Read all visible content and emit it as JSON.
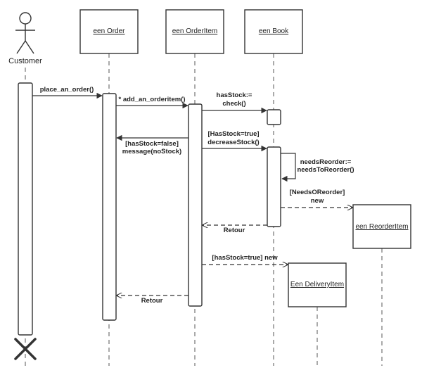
{
  "actor": {
    "label": "Customer"
  },
  "objects": [
    {
      "label": "een Order"
    },
    {
      "label": "een OrderItem"
    },
    {
      "label": "een Book"
    },
    {
      "label": "een ReorderItem"
    },
    {
      "label": "Een DeliveryItem"
    }
  ],
  "messages": {
    "m1": "place_an_order()",
    "m2": "* add_an_orderitem()",
    "m3_l1": "hasStock:=",
    "m3_l2": "check()",
    "m4_l1": "[hasStock=false]",
    "m4_l2": "message(noStock)",
    "m5_l1": "[HasStock=true]",
    "m5_l2": "decreaseStock()",
    "m6_l1": "needsReorder:=",
    "m6_l2": "needsToReorder()",
    "m7_l1": "[NeedsOReorder]",
    "m7_l2": "new",
    "m8": "Retour",
    "m9": "[hasStock=true] new",
    "m10": "Retour"
  },
  "colors": {
    "line": "#333333",
    "box_border": "#333333",
    "box_fill": "#ffffff",
    "text": "#222222"
  }
}
